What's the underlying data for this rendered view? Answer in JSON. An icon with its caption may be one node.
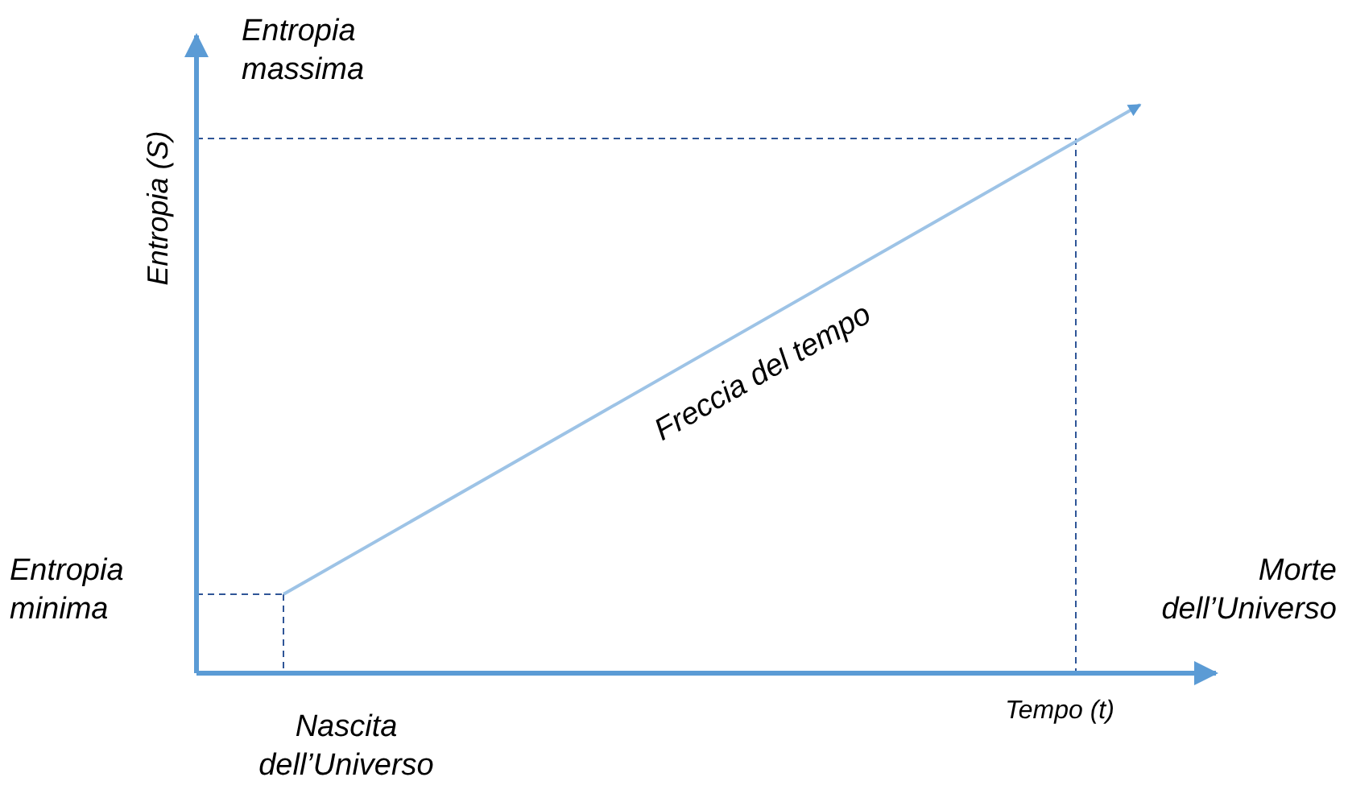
{
  "diagram": {
    "labels": [
      "Entropia massima",
      "Entropia (S)",
      "Freccia del tempo",
      "Entropia minima",
      "Morte dell’Universo",
      "Tempo (t)",
      "Nascita dell’Universo"
    ]
  }
}
